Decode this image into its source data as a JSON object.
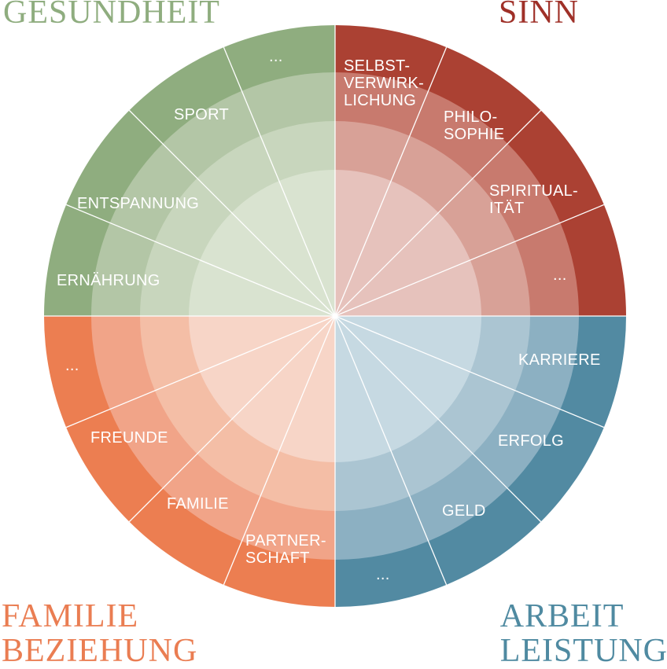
{
  "quadrants": {
    "gesundheit": {
      "title_lines": [
        "GESUNDHEIT"
      ],
      "colors": [
        "#8fad7f",
        "#b3c6a6",
        "#c8d6bd",
        "#d9e3d0"
      ],
      "segments": [
        "ERNÄHRUNG",
        "ENTSPANNUNG",
        "SPORT",
        "..."
      ]
    },
    "sinn": {
      "title_lines": [
        "SINN"
      ],
      "colors": [
        "#ab4133",
        "#c87a6e",
        "#d8a197",
        "#e6c2bc"
      ],
      "segments": [
        "SELBST-\nVERWIRK-\nLICHUNG",
        "PHILO-\nSOPHIE",
        "SPIRITUAL-\nITÄT",
        "..."
      ]
    },
    "arbeit": {
      "title_lines": [
        "ARBEIT",
        "LEISTUNG"
      ],
      "colors": [
        "#528aa2",
        "#8cb0c2",
        "#abc5d2",
        "#c6d9e2"
      ],
      "segments": [
        "KARRIERE",
        "ERFOLG",
        "GELD",
        "..."
      ]
    },
    "familie": {
      "title_lines": [
        "FAMILIE",
        "BEZIEHUNG"
      ],
      "colors": [
        "#ec7e51",
        "#f1a488",
        "#f4bea6",
        "#f7d5c7"
      ],
      "segments": [
        "...",
        "FREUNDE",
        "FAMILIE",
        "PARTNER-\nSCHAFT"
      ]
    }
  }
}
